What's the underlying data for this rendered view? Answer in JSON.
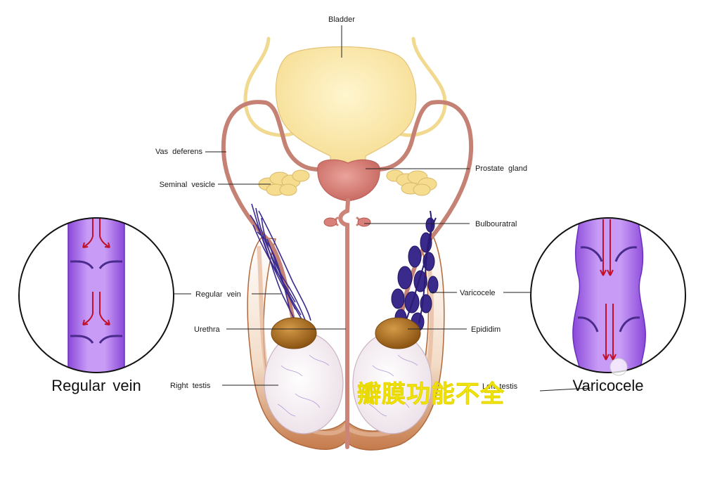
{
  "labels": {
    "bladder": "Bladder",
    "vas_deferens": "Vas  deferens",
    "seminal_vesicle": "Seminal  vesicle",
    "prostate_gland": "Prostate  gland",
    "bulbouratral": "Bulbouratral",
    "regular_vein": "Regular  vein",
    "varicocele": "Varicocele",
    "urethra": "Urethra",
    "epididim": "Epididim",
    "right_testis": "Right  testis",
    "left_testis": "Left testis"
  },
  "captions": {
    "left": "Regular  vein",
    "right": "Varicocele"
  },
  "overlay_text": "瓣膜功能不全",
  "colors": {
    "bladder": "#fbe7a8",
    "ureter": "#f3dc9a",
    "duct": "#c98579",
    "prostate": "#d9807a",
    "vesicle": "#f5dc8e",
    "vein": "#3a2a8c",
    "scrotum": "#efd4bd",
    "testis": "#f7eef2",
    "epididymis": "#b5741e",
    "vein_tube": "#b07cf0",
    "arrow": "#c0102a",
    "overlay": "#f4f11a"
  }
}
